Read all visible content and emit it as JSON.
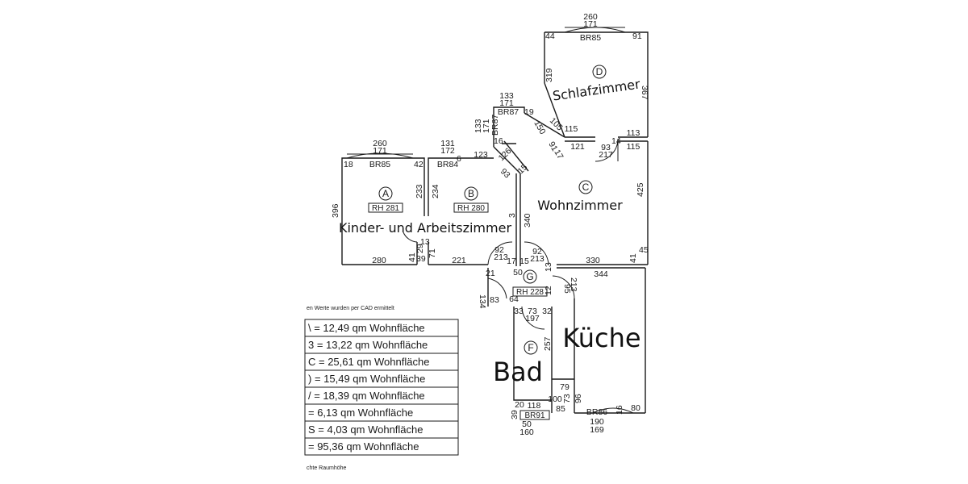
{
  "rooms": {
    "A": {
      "letter": "A",
      "rh": "RH 281",
      "window": "BR85",
      "dim_top1": "260",
      "dim_top2": "171",
      "dim_left": "18",
      "dim_right": "42",
      "dim_h": "233",
      "dim_side": "396",
      "dim_bottom": "280",
      "dim_41": "41",
      "dim_39": "39",
      "dim_29": "29",
      "dim_13": "13"
    },
    "B": {
      "letter": "B",
      "rh": "RH 280",
      "window": "BR84",
      "dim_top1": "131",
      "dim_top2": "172",
      "dim_6": "6",
      "dim_123": "123",
      "dim_h": "234",
      "dim_bottom": "221",
      "dim_71": "71",
      "dim_93": "93",
      "dim_3": "3"
    },
    "C": {
      "letter": "C",
      "label": "Wohnzimmer",
      "dim_425": "425",
      "dim_330": "330",
      "dim_41": "41",
      "dim_45": "45",
      "dim_340": "340",
      "dim_115a": "115",
      "dim_121": "121",
      "dim_115b": "115",
      "dim_113": "113",
      "dim_15": "15",
      "dim_126": "126",
      "dim_16": "16"
    },
    "D": {
      "letter": "D",
      "label": "Schlafzimmer",
      "window": "BR85",
      "dim_top1": "260",
      "dim_top2": "171",
      "dim_44": "44",
      "dim_91": "91",
      "dim_319": "319",
      "dim_367": "367",
      "dim_105": "105",
      "dim_150": "150",
      "dim_14": "14",
      "dim_93": "93",
      "dim_217": "217",
      "dim_91b": "91",
      "dim_17": "17"
    },
    "BR87": {
      "window": "BR87",
      "dim_133a": "133",
      "dim_171a": "171",
      "dim_133b": "133",
      "dim_171b": "171",
      "dim_19": "19"
    },
    "G": {
      "letter": "G",
      "rh": "RH 228",
      "dim_92a": "92",
      "dim_213a": "213",
      "dim_92b": "92",
      "dim_213b": "213",
      "dim_17": "17",
      "dim_15": "15",
      "dim_50": "50",
      "dim_13": "13",
      "dim_21": "21",
      "dim_134": "134",
      "dim_83": "83",
      "dim_64": "64",
      "dim_95": "95",
      "dim_213c": "213",
      "dim_12": "12",
      "dim_344": "344"
    },
    "F": {
      "letter": "F",
      "dim_33": "33",
      "dim_73": "73",
      "dim_32": "32",
      "dim_197": "197",
      "dim_257": "257",
      "dim_20": "20",
      "dim_118": "118",
      "dim_39": "39",
      "dim_50": "50",
      "dim_160": "160",
      "window": "BR91"
    },
    "E": {
      "window": "BR86",
      "dim_79": "79",
      "dim_100": "100",
      "dim_73": "73",
      "dim_96": "96",
      "dim_85": "85",
      "dim_16": "16",
      "dim_80": "80",
      "dim_190": "190",
      "dim_169": "169"
    }
  },
  "labels": {
    "kinder": "Kinder- und Arbeitszimmer",
    "kueche": "Küche",
    "bad": "Bad"
  },
  "table": {
    "note_top": "en Werte wurden per CAD ermittelt",
    "note_bottom": "chte Raumhöhe",
    "rows": [
      "\\ = 12,49 qm Wohnfläche",
      "3 = 13,22 qm Wohnfläche",
      "C = 25,61 qm Wohnfläche",
      ") = 15,49 qm Wohnfläche",
      "/ = 18,39 qm Wohnfläche",
      "  = 6,13 qm Wohnfläche",
      "S = 4,03 qm Wohnfläche",
      "= 95,36 qm Wohnfläche"
    ]
  }
}
